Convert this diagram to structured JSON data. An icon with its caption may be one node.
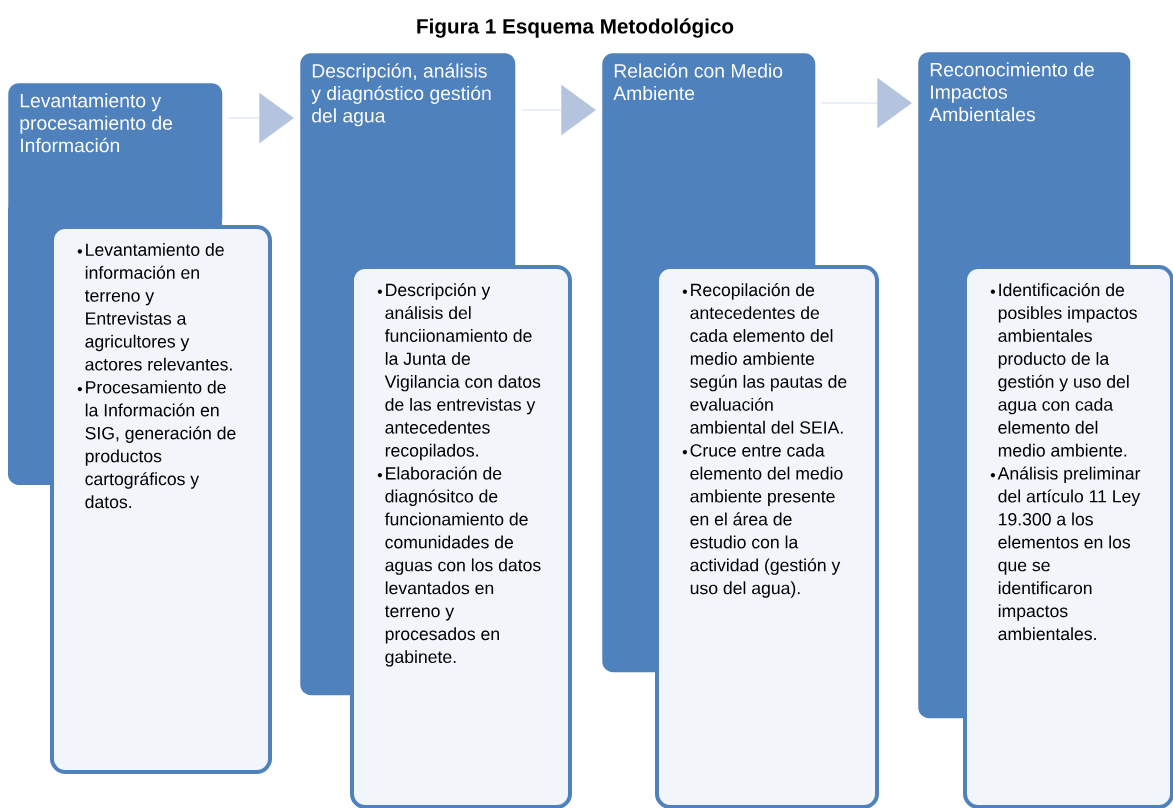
{
  "diagram": {
    "title": "Figura 1 Esquema Metodológico",
    "nodes": [
      {
        "text": [
          "Levantamiento y procesamiento de Información"
        ]
      },
      {
        "text": [
          "Levantamiento de información en terreno y Entrevistas a agricultores y actores relevantes.",
          "Procesamiento de la Información en SIG, generación de productos cartográficos y datos."
        ]
      },
      {
        "text": [
          "Descripción, análisis y diagnóstico gestión del agua"
        ]
      },
      {
        "text": [
          "Descripción y análisis del funciionamiento de la Junta de Vigilancia con datos de las entrevistas y antecedentes recopilados.",
          "Elaboración de diagnósitco de funcionamiento de comunidades de aguas con los datos levantados en terreno y procesados en gabinete."
        ]
      },
      {
        "text": [
          "Relación con Medio Ambiente"
        ]
      },
      {
        "text": [
          "Recopilación de antecedentes de cada elemento del medio ambiente según las pautas de evaluación ambiental del SEIA.",
          "Cruce entre cada elemento del medio ambiente presente en el área de estudio con la actividad (gestión y uso del agua)."
        ]
      },
      {
        "text": [
          "Reconocimiento de Impactos Ambientales"
        ]
      },
      {
        "text": [
          "Identificación de posibles impactos ambientales producto de la gestión y uso del agua con cada elemento del medio ambiente.",
          "Análisis preliminar del artículo 11 Ley 19.300 a los elementos en los que se identificaron impactos ambientales."
        ]
      }
    ],
    "edges": [
      {
        "from": 0,
        "to": 2,
        "arrow": "to"
      },
      {
        "from": 2,
        "to": 4,
        "arrow": "to"
      },
      {
        "from": 4,
        "to": 6,
        "arrow": "to"
      }
    ]
  }
}
